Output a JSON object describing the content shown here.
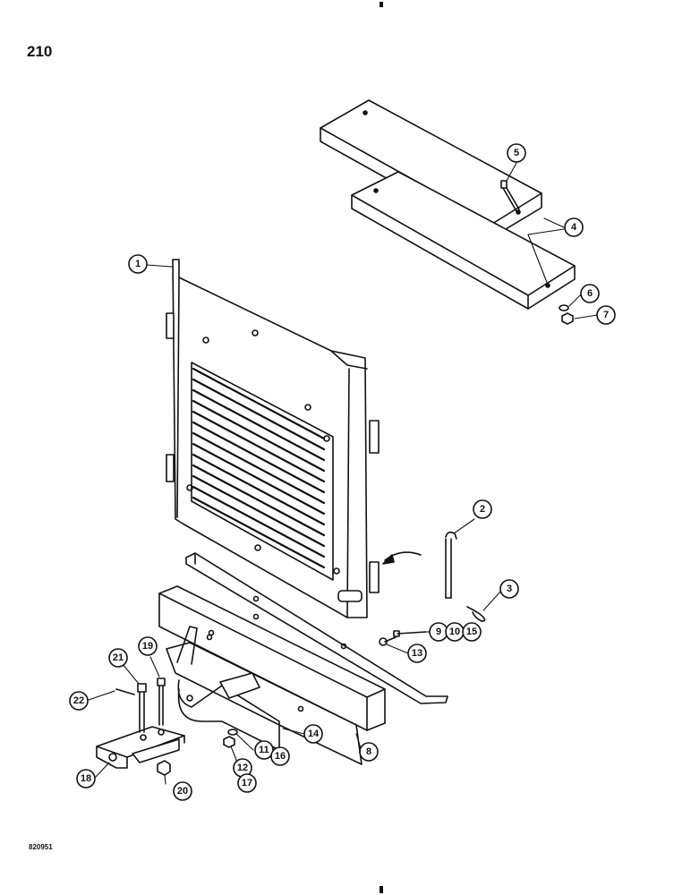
{
  "page": {
    "number": "210",
    "figure_code": "820951"
  },
  "callouts": [
    "1",
    "2",
    "3",
    "4",
    "5",
    "6",
    "7",
    "8",
    "9",
    "10",
    "11",
    "12",
    "13",
    "14",
    "15",
    "16",
    "17",
    "18",
    "19",
    "20",
    "21",
    "22"
  ]
}
